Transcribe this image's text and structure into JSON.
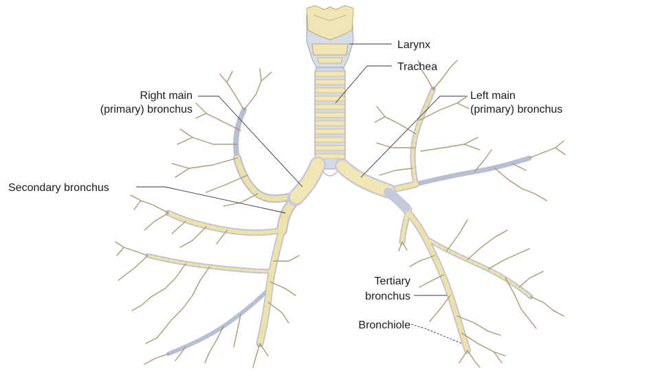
{
  "labels": {
    "larynx": "Larynx",
    "trachea": "Trachea",
    "right_main_line1": "Right main",
    "right_main_line2": "(primary) bronchus",
    "left_main_line1": "Left main",
    "left_main_line2": "(primary) bronchus",
    "secondary": "Secondary bronchus",
    "tertiary_line1": "Tertiary",
    "tertiary_line2": "bronchus",
    "bronchiole": "Bronchiole"
  },
  "colors": {
    "cartilage": "#f1e6b4",
    "cartilage_edge": "#c9b877",
    "membrane": "#d8dce9",
    "membrane_edge": "#9aa2b8",
    "twig": "#b9ab8a",
    "twig_dark": "#8f8264"
  }
}
